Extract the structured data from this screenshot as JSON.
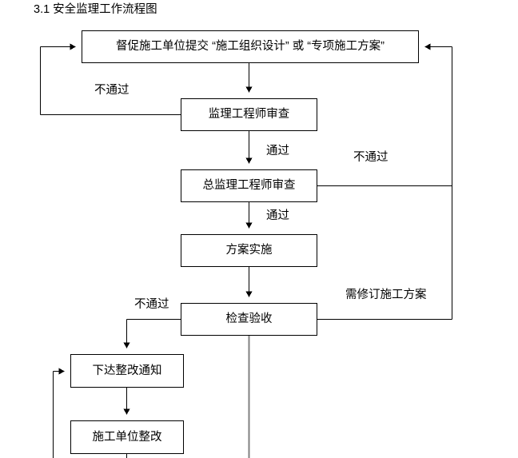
{
  "page": {
    "title": "3.1 安全监理工作流程图"
  },
  "flowchart": {
    "nodes": [
      {
        "id": "submit-plan",
        "label": "督促施工单位提交 “施工组织设计” 或 “专项施工方案”"
      },
      {
        "id": "eng-review",
        "label": "监理工程师审查"
      },
      {
        "id": "chief-review",
        "label": "总监理工程师审查"
      },
      {
        "id": "plan-exec",
        "label": "方案实施"
      },
      {
        "id": "inspection",
        "label": "检查验收"
      },
      {
        "id": "notice",
        "label": "下达整改通知"
      },
      {
        "id": "contractor-fix",
        "label": "施工单位整改"
      }
    ],
    "edge_labels": {
      "fail_eng": "不通过",
      "pass_eng": "通过",
      "fail_chief": "不通过",
      "pass_chief": "通过",
      "revise_plan": "需修订施工方案",
      "fail_inspect": "不通过"
    },
    "colors": {
      "line": "#000000",
      "line_gray": "#808080",
      "box_fill": "#ffffff",
      "text": "#000000"
    }
  }
}
